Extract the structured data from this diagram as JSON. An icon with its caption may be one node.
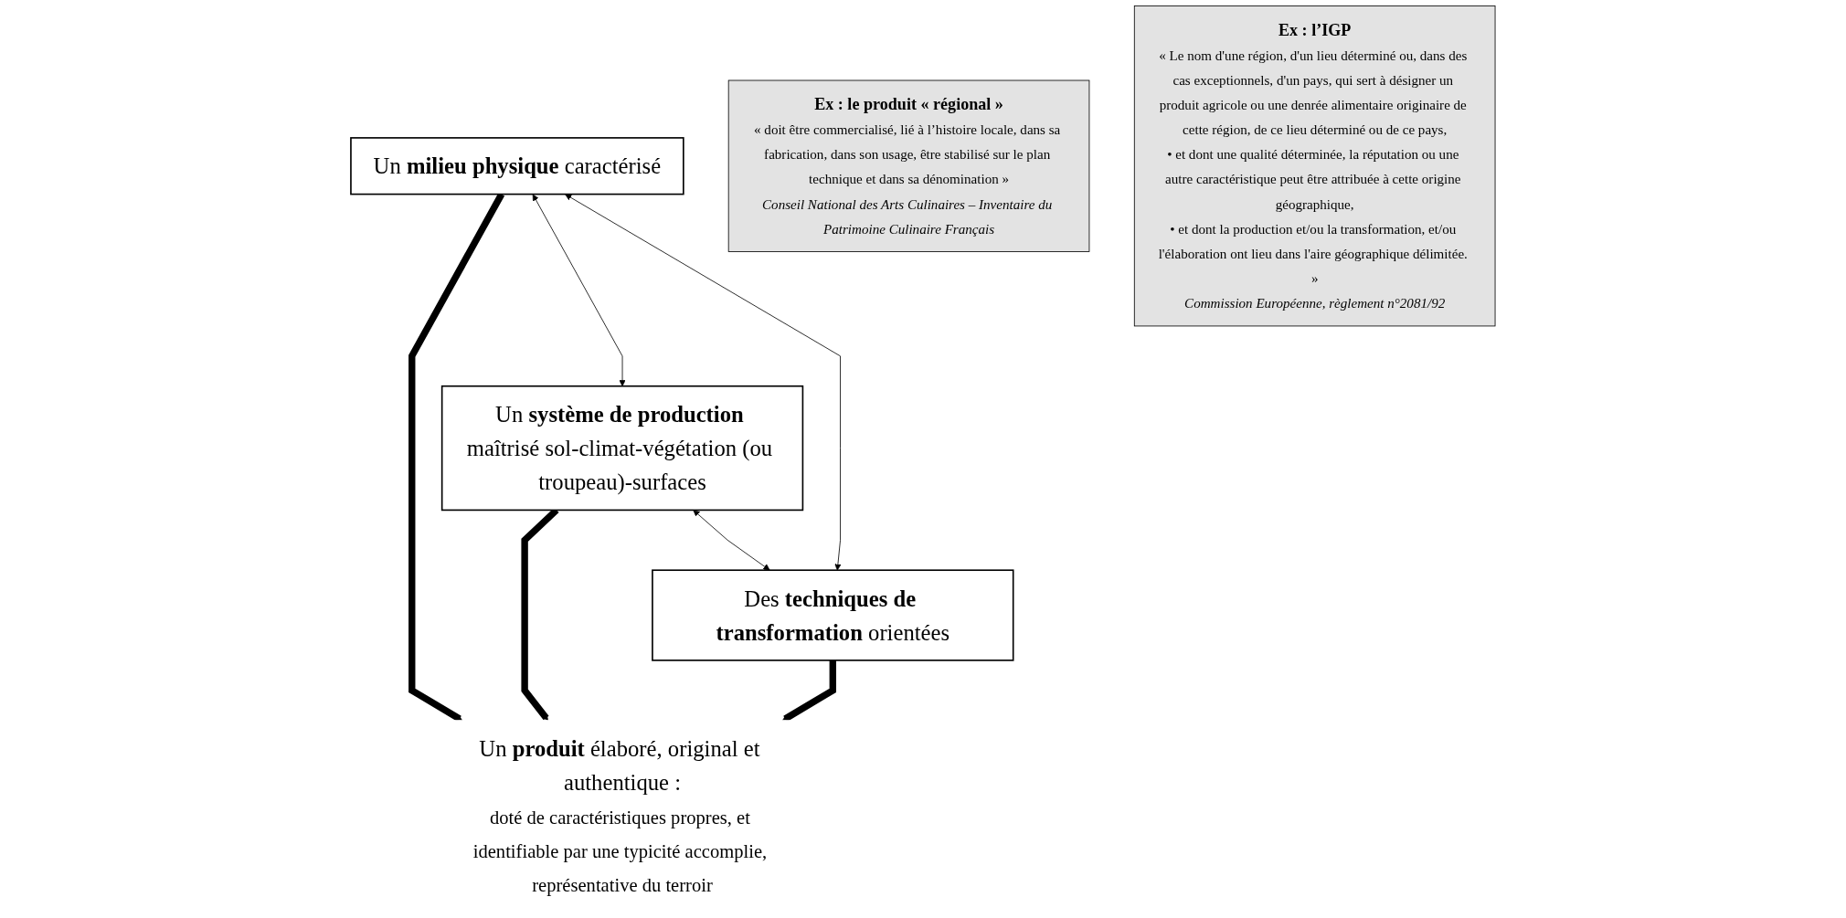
{
  "diagram": {
    "nodes": [
      {
        "text": [
          "Un **milieu physique** caractérisé"
        ]
      },
      {
        "text": [
          "Un **produit** élaboré, original et authentique :",
          "doté de caractéristiques propres, et identifiable par une typicité accomplie, représentative du terroir"
        ]
      },
      {
        "text": [
          "Un **système de production** maîtrisé sol-climat-végétation (ou troupeau)-surfaces"
        ]
      },
      {
        "text": [
          "Des **techniques de transformation** orientées"
        ]
      },
      {
        "text": [
          "Ex : le produit « régional »",
          "« doit être commercialisé, lié à l’histoire locale, dans sa fabrication, dans son usage, être stabilisé sur le plan technique et dans sa dénomination »",
          "Conseil National des Arts Culinaires – Inventaire du Patrimoine Culinaire Français"
        ]
      },
      {
        "text": [
          "Ex : l’IGP",
          "« Le nom d'une région, d'un lieu déterminé ou, dans des cas exceptionnels, d'un pays, qui sert à désigner un produit agricole ou une denrée alimentaire originaire de cette région, de ce lieu déterminé ou de ce pays,",
          "• et dont une qualité déterminée, la réputation ou une autre caractéristique peut être attribuée à cette origine géographique,",
          "• et dont la production et/ou la transformation, et/ou l'élaboration ont lieu dans l'aire géographique délimitée. »",
          "Commission Européenne, règlement n°2081/92"
        ]
      }
    ],
    "edges": [
      {
        "from": 0,
        "to": 1,
        "arrow": "to",
        "style": "thick"
      },
      {
        "from": 2,
        "to": 1,
        "arrow": "to",
        "style": "thick"
      },
      {
        "from": 3,
        "to": 1,
        "arrow": "to",
        "style": "thick"
      },
      {
        "from": 0,
        "to": 2,
        "arrow": "both"
      },
      {
        "from": 0,
        "to": 3,
        "arrow": "both"
      },
      {
        "from": 2,
        "to": 3,
        "arrow": "both"
      }
    ]
  }
}
